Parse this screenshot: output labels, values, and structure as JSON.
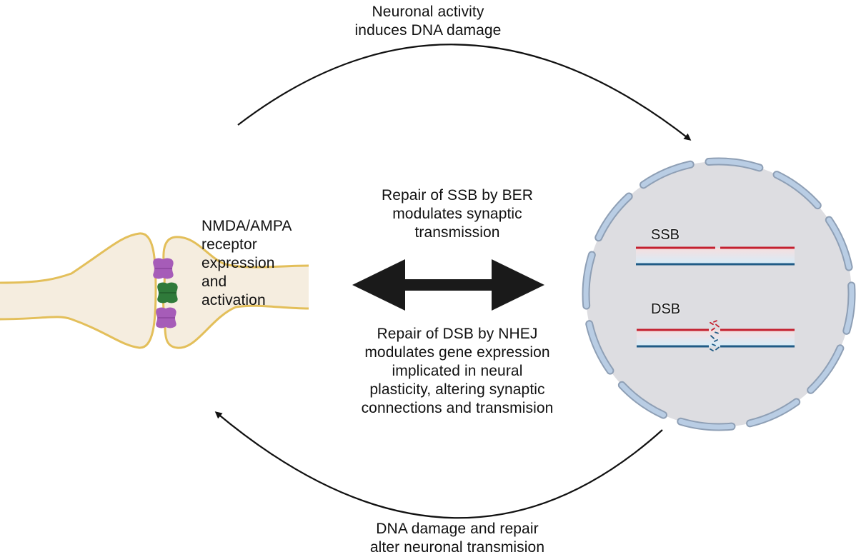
{
  "figure": {
    "top_caption": [
      "Neuronal activity",
      "induces DNA damage"
    ],
    "bottom_caption": [
      "DNA damage and repair",
      "alter neuronal transmision"
    ],
    "center_top_caption": [
      "Repair of SSB by BER",
      "modulates synaptic",
      "transmission"
    ],
    "center_bottom_caption": [
      "Repair of DSB by NHEJ",
      "modulates gene expression",
      "implicated in neural",
      "plasticity, altering synaptic",
      "connections and transmision"
    ],
    "synapse_caption": [
      "NMDA/AMPA",
      "receptor",
      "expression",
      "and",
      "activation"
    ],
    "nucleus": {
      "ssb_label": "SSB",
      "dsb_label": "DSB"
    },
    "colors": {
      "neuron_fill": "#f5eddf",
      "neuron_outline": "#e3bf5a",
      "receptor_purple": "#a65cb8",
      "receptor_green": "#2f7a3a",
      "nucleus_fill": "#dddde1",
      "nuclear_envelope": "#b9cde4",
      "nuclear_envelope_stroke": "#8e9fb5",
      "dna_red": "#c4202f",
      "dna_blue": "#1f5b86",
      "arrow": "#111111"
    }
  }
}
